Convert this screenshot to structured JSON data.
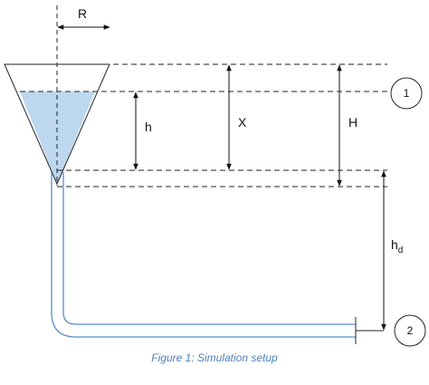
{
  "labels": {
    "R": "R",
    "h": "h",
    "X": "X",
    "H": "H",
    "hd": "h",
    "hd_sub": "d",
    "point1": "1",
    "point2": "2"
  },
  "caption": "Figure 1: Simulation setup",
  "colors": {
    "water": "#bdd7ee",
    "stroke": "#222222",
    "pipe": "#5b8cc8",
    "caption": "#4f7fb8"
  }
}
